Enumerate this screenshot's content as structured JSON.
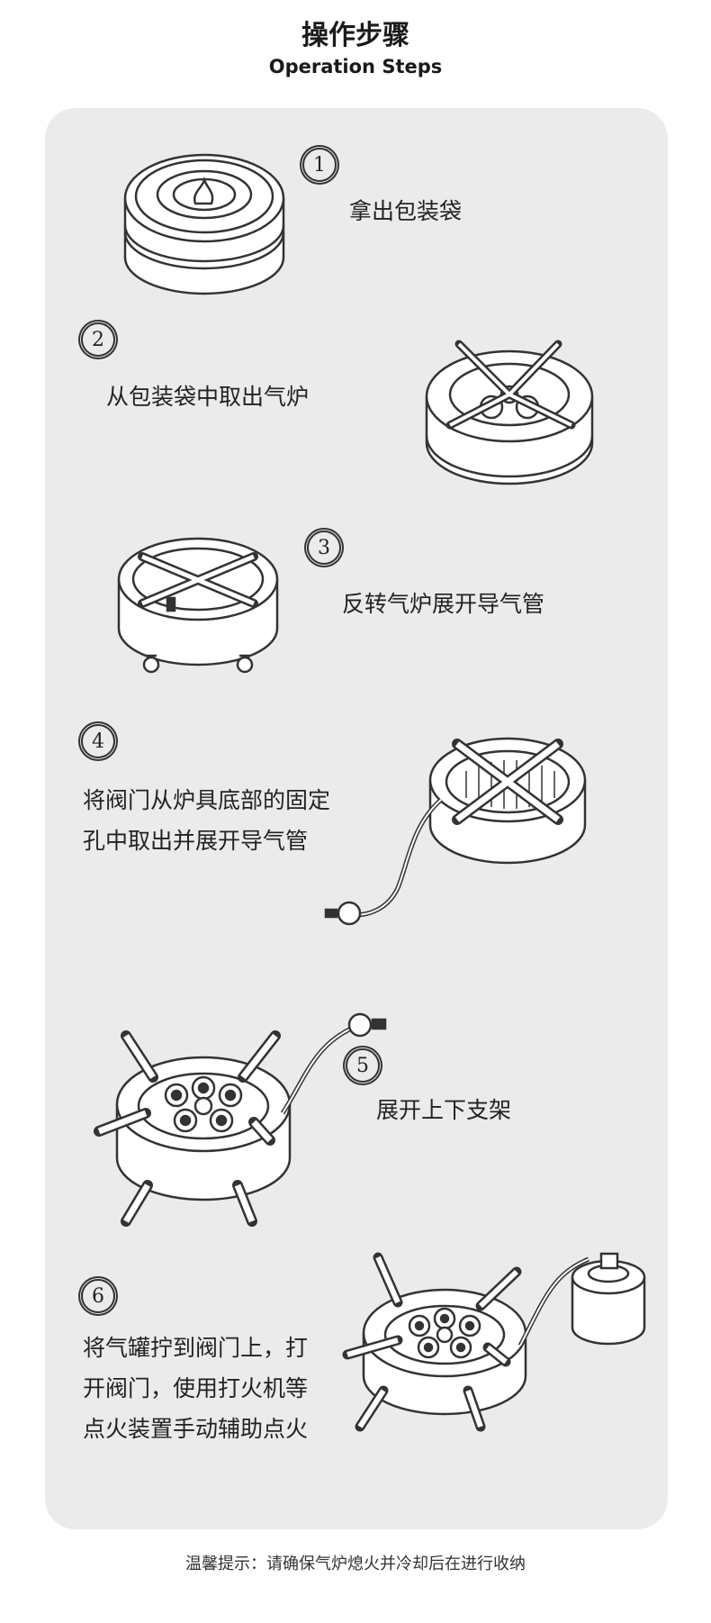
{
  "header": {
    "title": "操作步骤",
    "subtitle": "Operation Steps"
  },
  "steps": [
    {
      "number": "1",
      "lines": [
        "拿出包装袋"
      ]
    },
    {
      "number": "2",
      "lines": [
        "从包装袋中取出气炉"
      ]
    },
    {
      "number": "3",
      "lines": [
        "反转气炉展开导气管"
      ]
    },
    {
      "number": "4",
      "lines": [
        "将阀门从炉具底部的固定",
        "孔中取出并展开导气管"
      ]
    },
    {
      "number": "5",
      "lines": [
        "展开上下支架"
      ]
    },
    {
      "number": "6",
      "lines": [
        "将气罐拧到阀门上，打",
        "开阀门，使用打火机等",
        "点火装置手动辅助点火"
      ]
    }
  ],
  "footer": {
    "note": "温馨提示：请确保气炉熄火并冷却后在进行收纳"
  },
  "colors": {
    "panel_bg": "#ebebeb",
    "line": "#333333"
  }
}
